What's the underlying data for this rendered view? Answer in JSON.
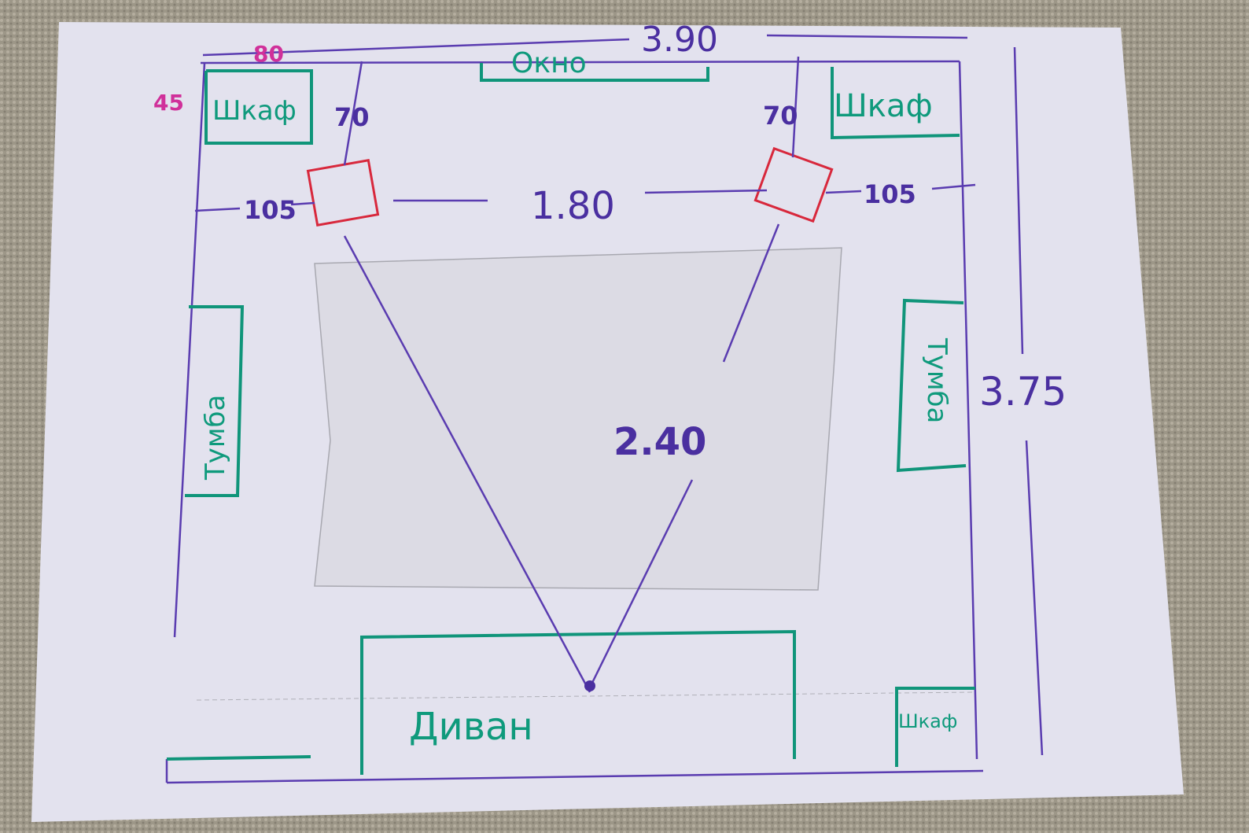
{
  "plan": {
    "room_width": "3.90",
    "room_height": "3.75",
    "window_label": "Окно",
    "corner_width": "80",
    "corner_depth": "45",
    "wardrobe_label": "Шкаф",
    "speaker_left_offset": "70",
    "speaker_right_offset": "70",
    "speaker_left_side": "105",
    "speaker_right_side": "105",
    "speaker_spacing": "1.80",
    "listening_distance": "2.40",
    "nightstand_label": "Тумба",
    "sofa_label": "Диван"
  },
  "colors": {
    "ink_purple": "#4a2fa0",
    "ink_green": "#0f9a7c",
    "ink_red": "#d8283c",
    "ink_pink": "#d0309a",
    "paper": "#e4e3ef"
  }
}
